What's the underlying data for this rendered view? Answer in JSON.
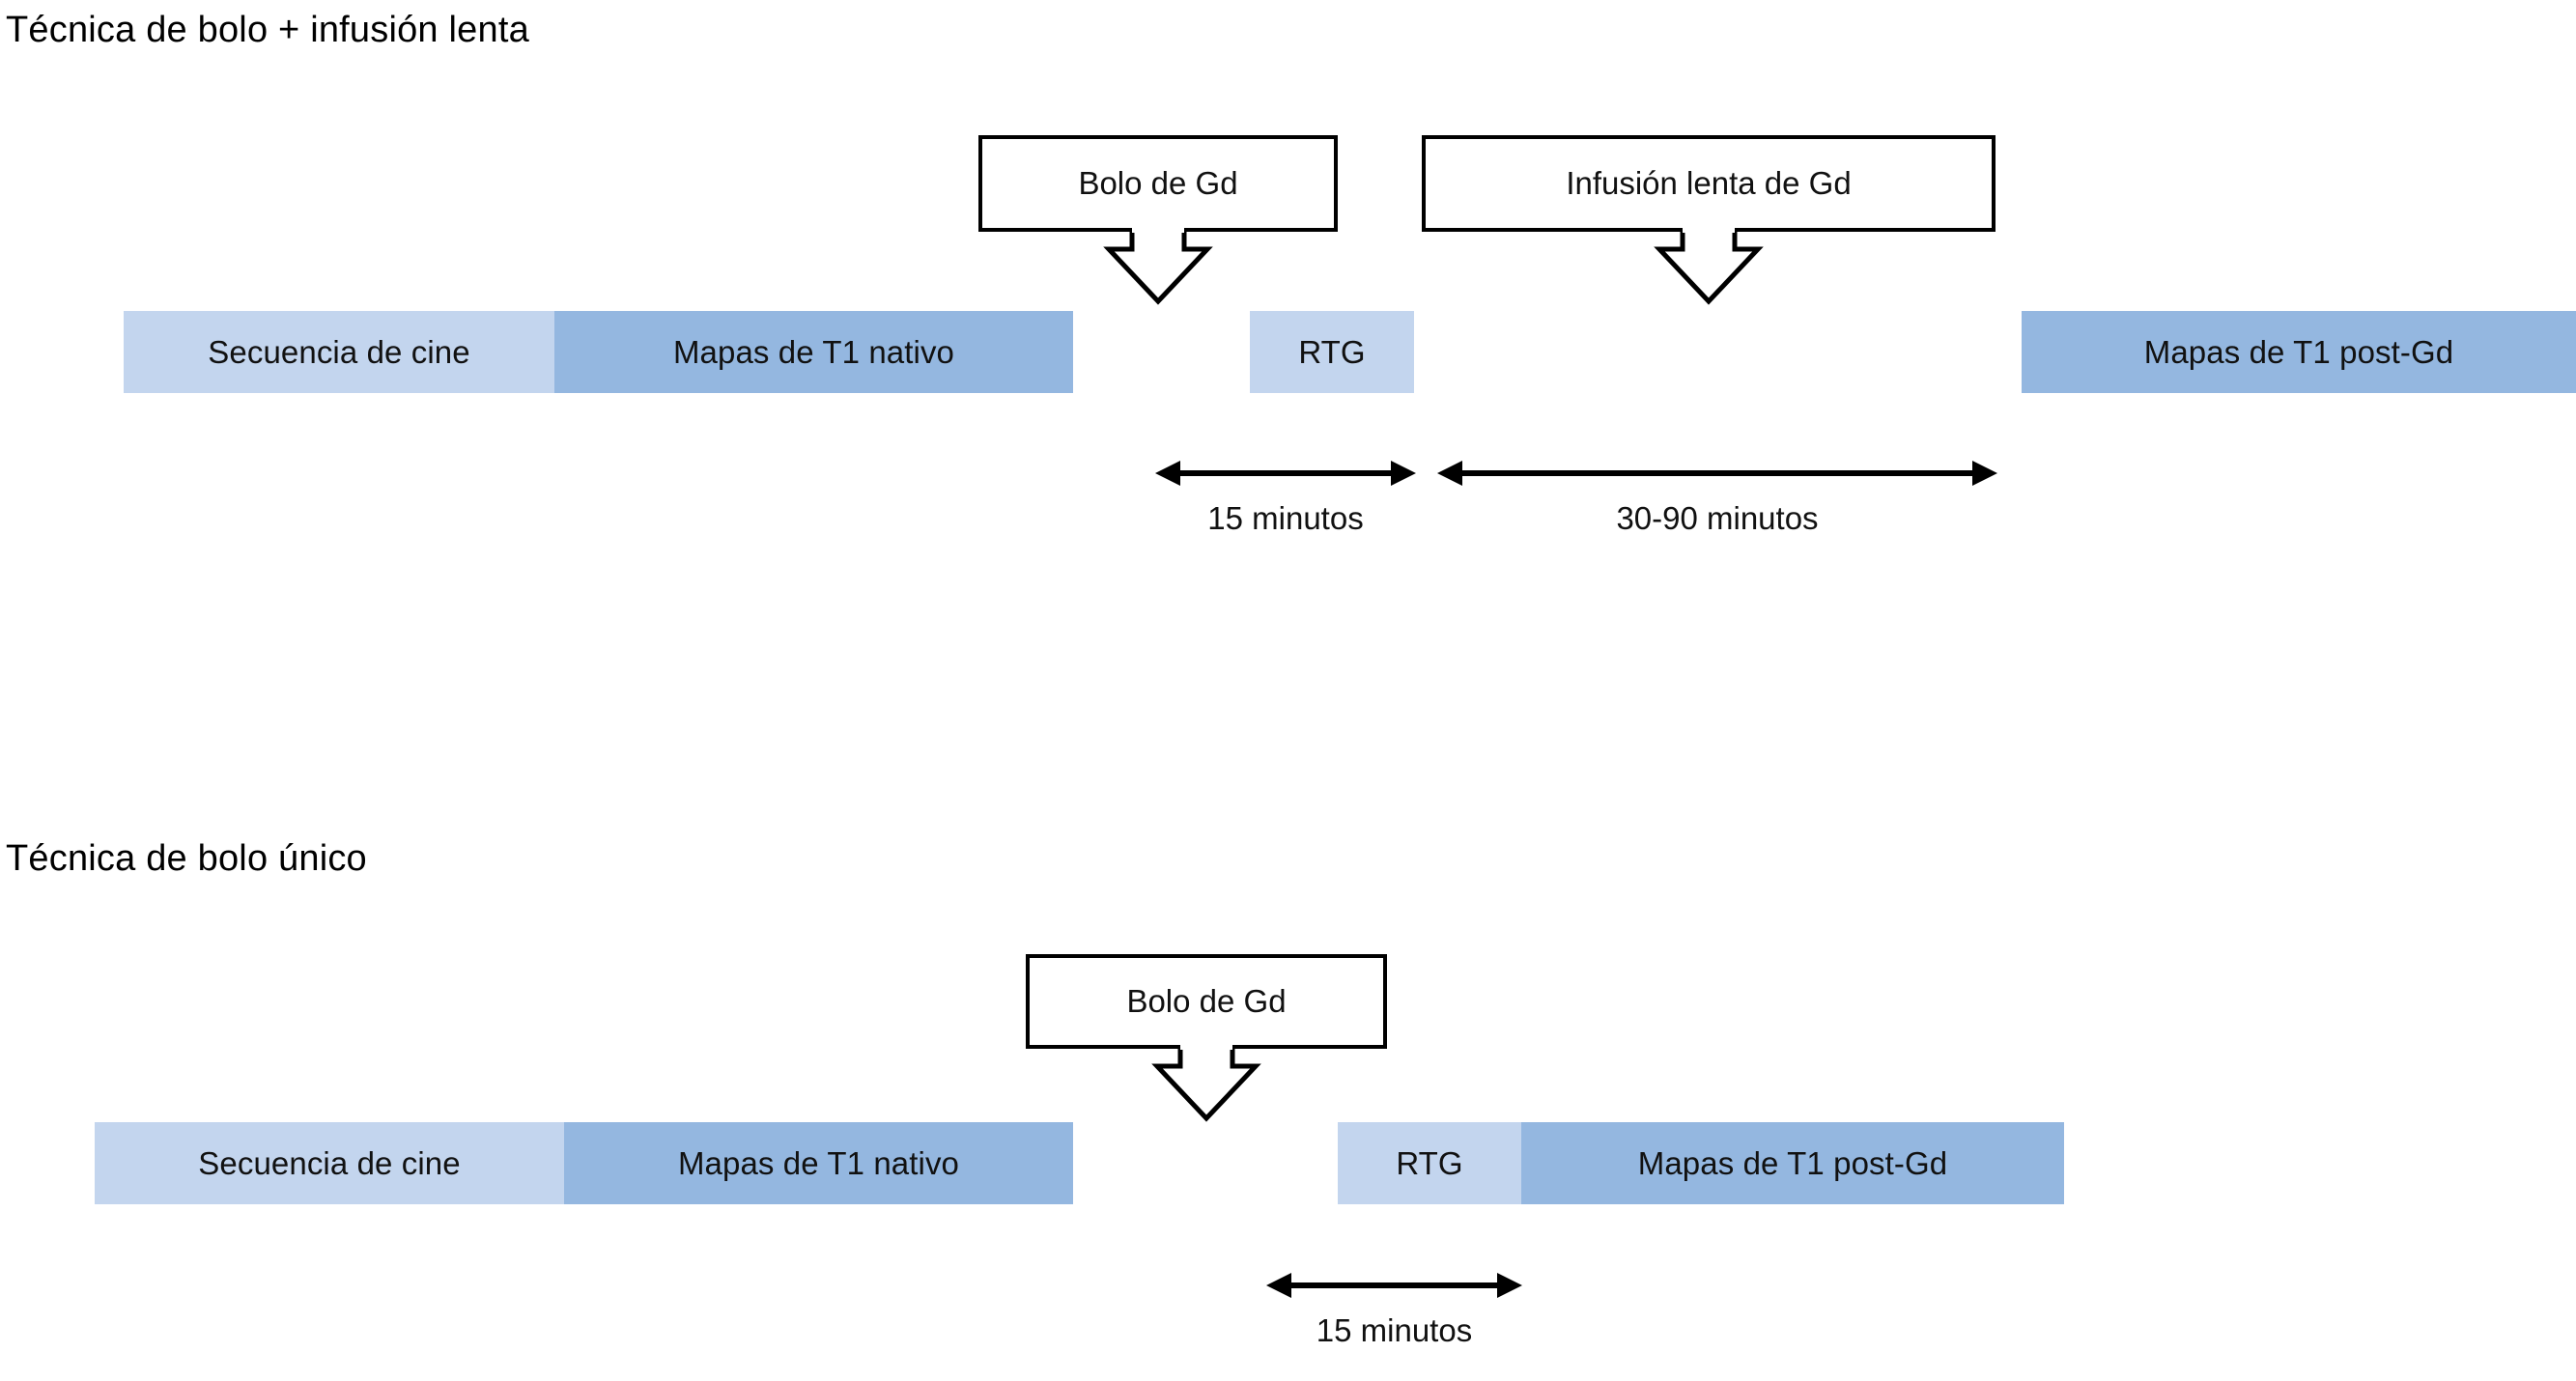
{
  "colors": {
    "bar_light": "#c3d5ee",
    "bar_dark": "#94b7e0",
    "stroke": "#000000",
    "text": "#111111",
    "background": "#ffffff"
  },
  "sections": [
    {
      "title": "Técnica de bolo + infusión lenta",
      "callouts": [
        {
          "label": "Bolo de Gd"
        },
        {
          "label": "Infusión lenta de Gd"
        }
      ],
      "bars": [
        {
          "label": "Secuencia de cine",
          "shade": "light"
        },
        {
          "label": "Mapas de T1 nativo",
          "shade": "dark"
        },
        {
          "label": "RTG",
          "shade": "light"
        },
        {
          "label": "Mapas de T1 post-Gd",
          "shade": "dark"
        }
      ],
      "durations": [
        {
          "label": "15 minutos"
        },
        {
          "label": "30-90 minutos"
        }
      ]
    },
    {
      "title": "Técnica de bolo único",
      "callouts": [
        {
          "label": "Bolo de Gd"
        }
      ],
      "bars": [
        {
          "label": "Secuencia de cine",
          "shade": "light"
        },
        {
          "label": "Mapas de T1 nativo",
          "shade": "dark"
        },
        {
          "label": "RTG",
          "shade": "light"
        },
        {
          "label": "Mapas de T1 post-Gd",
          "shade": "dark"
        }
      ],
      "durations": [
        {
          "label": "15 minutos"
        }
      ]
    }
  ]
}
